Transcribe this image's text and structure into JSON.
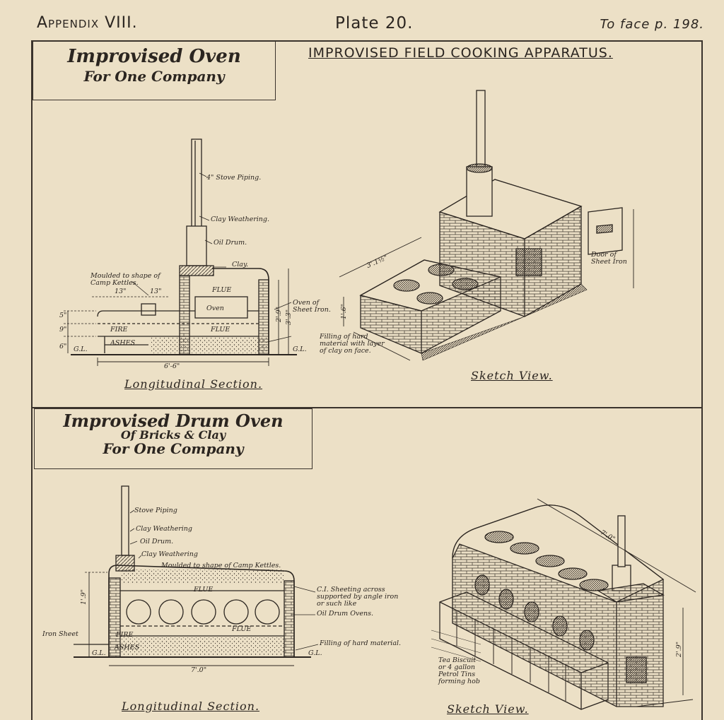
{
  "header": {
    "appendix": "Appendix VIII.",
    "plate": "Plate 20.",
    "page_ref": "To face p. 198."
  },
  "main_title": "IMPROVISED FIELD COOKING APPARATUS.",
  "top_section": {
    "title_line1": "Improvised Oven",
    "title_line2": "For One Company",
    "section_caption": "Longitudinal Section.",
    "sketch_caption": "Sketch View.",
    "labels": {
      "stove_piping": "4\" Stove Piping.",
      "clay_weathering": "Clay Weathering.",
      "oil_drum": "Oil Drum.",
      "clay": "Clay.",
      "moulded": "Moulded to shape of Camp Kettles.",
      "flue1": "FLUE",
      "oven": "Oven",
      "fire": "FIRE",
      "flue2": "FLUE",
      "ashes": "ASHES",
      "gl1": "G.L.",
      "gl2": "G.L.",
      "oven_sheet": "Oven of Sheet Iron.",
      "filling": "Filling of hard material with layer of clay on face.",
      "width_6_6": "6'-6\"",
      "dim_2_9": "2'.9\"",
      "dim_3_3": "3'.3\"",
      "dim_5": "5\"",
      "dim_9": "9\"",
      "dim_6": "6\"",
      "dim_13a": "13\"",
      "dim_13b": "13\"",
      "dim_1_6": "1'.6\"",
      "dim_3_1_2": "3'.1½\"",
      "door": "Door of Sheet Iron"
    }
  },
  "bottom_section": {
    "title_line1": "Improvised Drum Oven",
    "title_line2": "Of Bricks & Clay",
    "title_line3": "For One Company",
    "section_caption": "Longitudinal Section.",
    "sketch_caption": "Sketch View.",
    "labels": {
      "stove_piping": "Stove Piping",
      "clay_weathering": "Clay Weathering",
      "oil_drum": "Oil Drum.",
      "clay_weathering2": "Clay Weathering",
      "moulded": "Moulded to shape of Camp Kettles.",
      "flue1": "FLUE",
      "flue2": "FLUE",
      "fire": "FIRE",
      "ashes": "ASHES",
      "gl": "G.L.",
      "gl2": "G.L.",
      "iron_sheet": "Iron Sheet",
      "ci_sheeting": "C.I. Sheeting across supported by angle iron or such like",
      "oil_drum_ovens": "Oil Drum Ovens.",
      "filling": "Filling of hard material.",
      "width_7_0": "7'.0\"",
      "dim_1_9": "1'.9\"",
      "dim_7_0_sketch": "7'.0\"",
      "dim_2_9": "2'.9\"",
      "tea_biscuit": "Tea Biscuit or 4 gallon Petrol Tins forming hob"
    }
  }
}
